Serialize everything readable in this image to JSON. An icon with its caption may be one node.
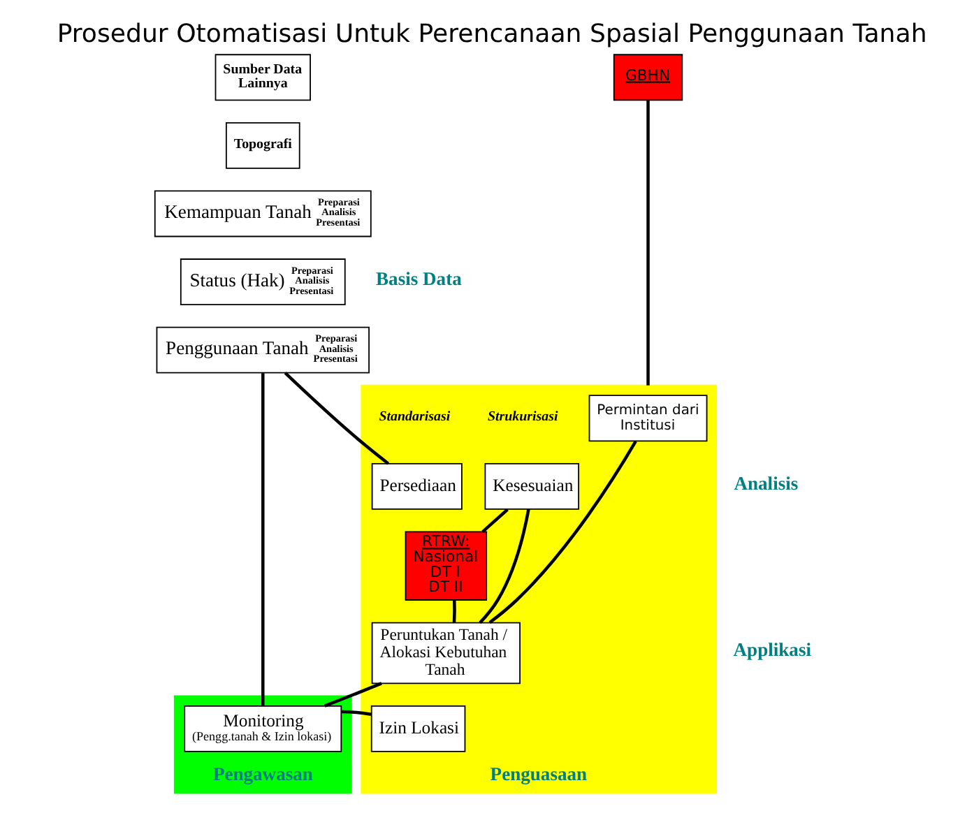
{
  "diagram": {
    "title": "Prosedur Otomatisasi Untuk Perencanaan Spasial Penggunaan Tanah",
    "nodes": [
      {
        "text": [
          "Sumber Data Lainnya"
        ]
      },
      {
        "text": [
          "GBHN"
        ]
      },
      {
        "text": [
          "Topografi"
        ]
      },
      {
        "text": [
          "Pengawasan"
        ]
      },
      {
        "text": [
          "Penguasaan"
        ]
      },
      {
        "text": [
          "Kemampuan Tanah",
          "Preparasi Analisis Presentasi"
        ]
      },
      {
        "text": [
          "Status (Hak)",
          "Preparasi Analisis Presentasi"
        ]
      },
      {
        "text": [
          "Penggunaan Tanah",
          "Preparasi Analisis Presentasi"
        ]
      },
      {
        "text": [
          "Permintan dari Institusi"
        ],
        "in": 4
      },
      {
        "text": [
          "Persediaan"
        ],
        "in": 4
      },
      {
        "text": [
          "Kesesuaian"
        ],
        "in": 4
      },
      {
        "text": [
          "RTRW:",
          "Nasional",
          "DT I",
          "DT II"
        ],
        "in": 4
      },
      {
        "text": [
          "Peruntukan Tanah / Alokasi Kebutuhan Tanah"
        ],
        "in": 4
      },
      {
        "text": [
          "Monitoring",
          "(Pengg.tanah & Izin lokasi)"
        ],
        "in": 3
      },
      {
        "text": [
          "Izin Lokasi"
        ],
        "in": 4
      }
    ],
    "edges": [
      {
        "from": 1,
        "to": 4,
        "arrow": "none"
      },
      {
        "from": 7,
        "to": 9,
        "arrow": "none"
      },
      {
        "from": 10,
        "to": 11,
        "arrow": "none"
      },
      {
        "from": 11,
        "to": 12,
        "arrow": "none"
      },
      {
        "from": 8,
        "to": 12,
        "arrow": "none"
      },
      {
        "from": 10,
        "to": 12,
        "arrow": "none"
      },
      {
        "from": 7,
        "to": 13,
        "arrow": "none"
      },
      {
        "from": 13,
        "to": 12,
        "arrow": "none"
      },
      {
        "from": 13,
        "to": 14,
        "arrow": "none"
      }
    ],
    "labels": [
      "Basis Data",
      "Strukurisasi",
      "Standarisasi",
      "Analisis",
      "Applikasi"
    ]
  }
}
